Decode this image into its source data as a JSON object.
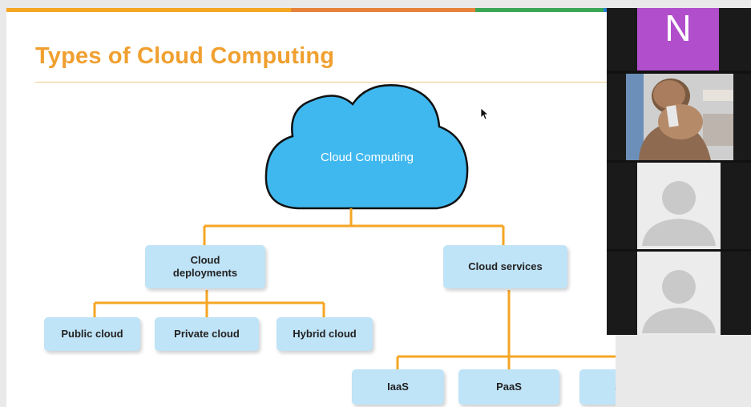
{
  "slide": {
    "title": "Types of Cloud Computing",
    "accent_color": "#f0a030",
    "topbar_colors": [
      "#f5a623",
      "#e6823a",
      "#3aa755",
      "#2a7fd4"
    ]
  },
  "diagram": {
    "root": "Cloud Computing",
    "branches": [
      {
        "label": "Cloud\ndeployments",
        "children": [
          "Public cloud",
          "Private cloud",
          "Hybrid cloud"
        ]
      },
      {
        "label": "Cloud services",
        "children": [
          "IaaS",
          "PaaS",
          "SaaS"
        ]
      }
    ],
    "cloud_color": "#3fb8ef",
    "box_color": "#bfe3f7",
    "connector_color": "#f5a623"
  },
  "participants": [
    {
      "type": "initial",
      "initial": "N",
      "color": "#b14ecb"
    },
    {
      "type": "video"
    },
    {
      "type": "avatar"
    },
    {
      "type": "avatar"
    }
  ]
}
